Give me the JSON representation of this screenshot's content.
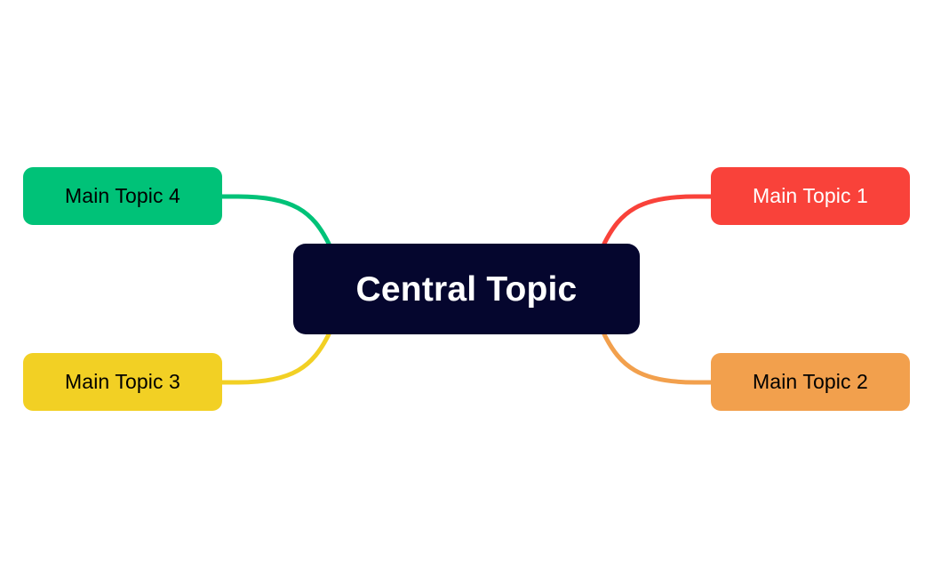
{
  "diagram": {
    "type": "mind-map",
    "background": "#ffffff",
    "central": {
      "id": "central",
      "label": "Central Topic",
      "fill": "#05062e",
      "text_color": "#ffffff"
    },
    "branches": [
      {
        "id": "topic-1",
        "label": "Main Topic 1",
        "fill": "#f9423a",
        "text_color": "#ffffff",
        "connector_color": "#f9423a",
        "side": "right",
        "row": "top"
      },
      {
        "id": "topic-2",
        "label": "Main Topic 2",
        "fill": "#f2a04d",
        "text_color": "#000000",
        "connector_color": "#f2a04d",
        "side": "right",
        "row": "bottom"
      },
      {
        "id": "topic-3",
        "label": "Main Topic 3",
        "fill": "#f2d024",
        "text_color": "#000000",
        "connector_color": "#f2d024",
        "side": "left",
        "row": "bottom"
      },
      {
        "id": "topic-4",
        "label": "Main Topic 4",
        "fill": "#00c278",
        "text_color": "#000000",
        "connector_color": "#00c278",
        "side": "left",
        "row": "top"
      }
    ],
    "connector_stroke_width": 5
  }
}
